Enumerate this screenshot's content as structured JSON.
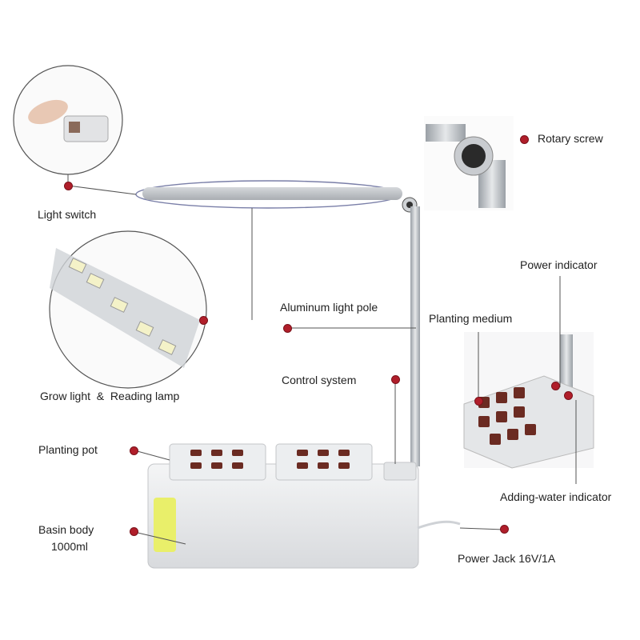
{
  "labels": {
    "light_switch": "Light switch",
    "rotary_screw": "Rotary screw",
    "power_indicator": "Power indicator",
    "aluminum_pole": "Aluminum light pole",
    "planting_medium": "Planting medium",
    "grow_light": "Grow light  &  Reading lamp",
    "control_system": "Control system",
    "planting_pot": "Planting pot",
    "adding_water": "Adding-water indicator",
    "basin_body": "Basin body",
    "basin_capacity": "1000ml",
    "power_jack": "Power Jack 16V/1A"
  },
  "colors": {
    "marker": "#b01e2a",
    "basin_window": "#e9ef6a",
    "pod_slot": "#6b2b22",
    "led": "#f4f2c8"
  }
}
